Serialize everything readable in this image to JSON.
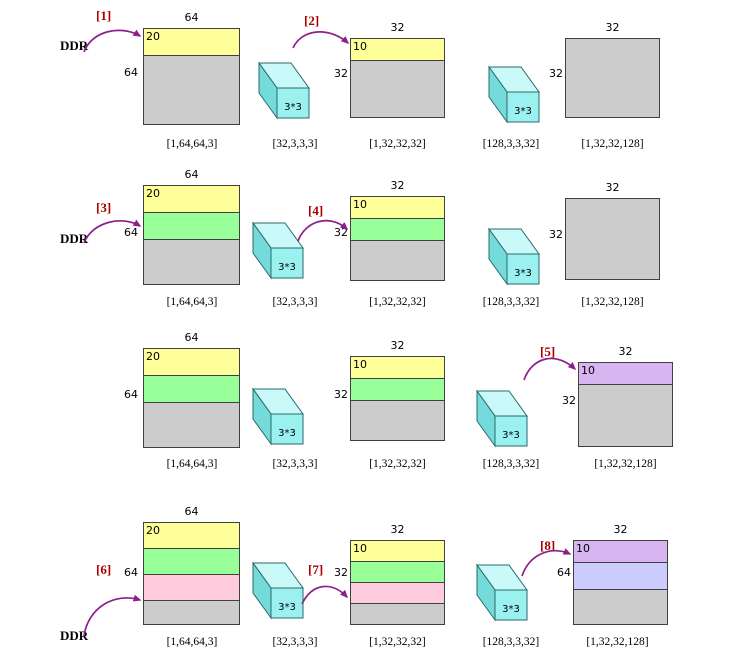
{
  "colors": {
    "yellow": "#FFFF99",
    "green": "#99FF99",
    "pink": "#FFCCDE",
    "purple": "#D8B5F0",
    "periwinkle": "#CCCCFF",
    "gray": "#CCCCCC",
    "kernel-front": "#9BF0F0",
    "kernel-top": "#C9F9F9",
    "kernel-side": "#74DADA",
    "arrow": "#8B1F8B",
    "step": "#AA0000"
  },
  "labels": {
    "ddr": "DDR",
    "kernel": "3*3"
  },
  "steps": [
    "[1]",
    "[2]",
    "[3]",
    "[4]",
    "[5]",
    "[6]",
    "[7]",
    "[8]"
  ],
  "rows": [
    {
      "fmap1": {
        "top": "64",
        "left": "64",
        "tile": "20"
      },
      "fmap2": {
        "top": "32",
        "left": "32",
        "tile": "10"
      },
      "fmap3": {
        "top": "32",
        "left": "32",
        "tile": ""
      },
      "shapes": [
        "[1,64,64,3]",
        "[32,3,3,3]",
        "[1,32,32,32]",
        "[128,3,3,32]",
        "[1,32,32,128]"
      ]
    },
    {
      "fmap1": {
        "top": "64",
        "left": "64",
        "tile": "20"
      },
      "fmap2": {
        "top": "32",
        "left": "32",
        "tile": "10"
      },
      "fmap3": {
        "top": "32",
        "left": "32",
        "tile": ""
      },
      "shapes": [
        "[1,64,64,3]",
        "[32,3,3,3]",
        "[1,32,32,32]",
        "[128,3,3,32]",
        "[1,32,32,128]"
      ]
    },
    {
      "fmap1": {
        "top": "64",
        "left": "64",
        "tile": "20"
      },
      "fmap2": {
        "top": "32",
        "left": "32",
        "tile": "10"
      },
      "fmap3": {
        "top": "32",
        "left": "32",
        "tile": "10"
      },
      "shapes": [
        "[1,64,64,3]",
        "[32,3,3,3]",
        "[1,32,32,32]",
        "[128,3,3,32]",
        "[1,32,32,128]"
      ]
    },
    {
      "fmap1": {
        "top": "64",
        "left": "64",
        "tile": "20"
      },
      "fmap2": {
        "top": "32",
        "left": "32",
        "tile": "10"
      },
      "fmap3": {
        "top": "32",
        "left": "64",
        "tile": "10"
      },
      "shapes": [
        "[1,64,64,3]",
        "[32,3,3,3]",
        "[1,32,32,32]",
        "[128,3,3,32]",
        "[1,32,32,128]"
      ]
    }
  ]
}
